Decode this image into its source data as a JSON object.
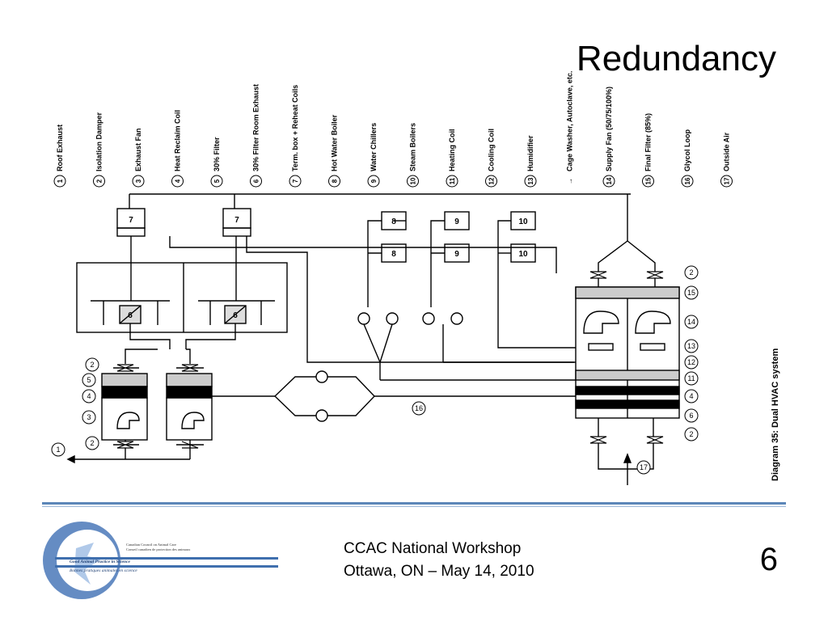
{
  "slide": {
    "title": "Redundancy",
    "number": "6"
  },
  "footer": {
    "line1": "CCAC National Workshop",
    "line2": "Ottawa, ON – May 14, 2010"
  },
  "logo": {
    "org_en": "Canadian Council on Animal Care",
    "org_fr": "Conseil canadien de protection des animaux",
    "tag_en": "Good Animal Practice in Science",
    "tag_fr": "Bonnes pratiques animales en science"
  },
  "diagram": {
    "caption": "Diagram 35:   Dual HVAC system",
    "legend": [
      {
        "num": "1",
        "label": "Roof Exhaust"
      },
      {
        "num": "2",
        "label": "Isolation Damper"
      },
      {
        "num": "3",
        "label": "Exhaust Fan"
      },
      {
        "num": "4",
        "label": "Heat Reclaim Coil"
      },
      {
        "num": "5",
        "label": "30% Filter"
      },
      {
        "num": "6",
        "label": "30% Filter Room Exhaust"
      },
      {
        "num": "7",
        "label": "Term. box + Reheat Coils"
      },
      {
        "num": "8",
        "label": "Hot Water Boiler"
      },
      {
        "num": "9",
        "label": "Water Chillers"
      },
      {
        "num": "10",
        "label": "Steam Boilers"
      },
      {
        "num": "11",
        "label": "Heating Coil"
      },
      {
        "num": "12",
        "label": "Cooling Coil"
      },
      {
        "num": "13",
        "label": "Humidifier"
      },
      {
        "num": "→",
        "label": "Cage Washer, Autoclave, etc."
      },
      {
        "num": "14",
        "label": "Supply Fan (50/75/100%)"
      },
      {
        "num": "15",
        "label": "Final Filter (85%)"
      },
      {
        "num": "16",
        "label": "Glycol Loop"
      },
      {
        "num": "17",
        "label": "Outside Air"
      }
    ],
    "labels": {
      "tb7a": "7",
      "tb7b": "7",
      "ex6a": "6",
      "ex6b": "6",
      "hw8a": "8",
      "hw8b": "8",
      "ch9a": "9",
      "ch9b": "9",
      "st10a": "10",
      "st10b": "10",
      "left_c2_top": "2",
      "left_c4": "4",
      "left_c5": "5",
      "left_c3": "3",
      "left_c2_bot": "2",
      "left_c1": "1",
      "right_c2_top": "2",
      "right_c15": "15",
      "right_c14": "14",
      "right_c13": "13",
      "right_c12": "12",
      "right_c11": "11",
      "right_c4": "4",
      "right_c6": "6",
      "right_c2_bot": "2",
      "c16": "16",
      "c17": "17"
    }
  }
}
